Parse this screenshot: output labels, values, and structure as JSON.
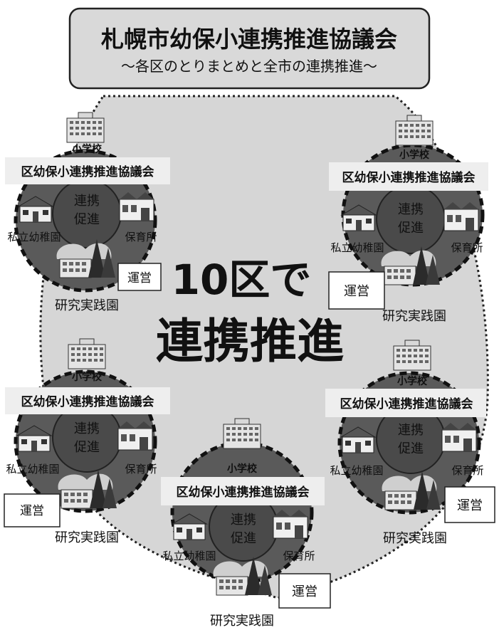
{
  "header": {
    "title": "札幌市幼保小連携推進協議会",
    "subtitle": "～各区のとりまとめと全市の連携推進～"
  },
  "center": {
    "line1": "10区で",
    "line2": "連携推進"
  },
  "unit_labels": {
    "banner": "区幼保小連携推進協議会",
    "elementary": "小学校",
    "coordination_line1": "連携",
    "coordination_line2": "促進",
    "kindergarten": "私立幼稚園",
    "nursery": "保育所",
    "research": "研究実践園",
    "operation": "運営"
  },
  "colors": {
    "page_bg": "#ffffff",
    "oval_fill": "#d6d6d6",
    "header_fill": "#d9d9d9",
    "unit_circle": "#5a5a5a",
    "inner_circle": "#4a4a4a",
    "banner_fill": "#eeeeee"
  }
}
